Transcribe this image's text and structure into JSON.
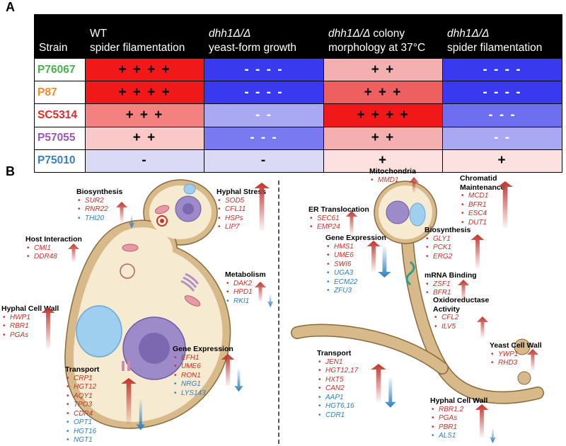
{
  "panel_a": {
    "label": "A",
    "header": {
      "strain": "Strain",
      "col1_l1": "WT",
      "col1_l2": "spider filamentation",
      "col2_l1": "dhh1Δ/Δ",
      "col2_l2": "yeast-form growth",
      "col3_l1": "dhh1Δ/Δ",
      "col3_l1b": "colony",
      "col3_l2": "morphology at 37°C",
      "col4_l1": "dhh1Δ/Δ",
      "col4_l2": "spider filamentation"
    },
    "rows": [
      {
        "strain": "P76067",
        "color": "#4caf50",
        "c1": "+ + + +",
        "c2": "- - - -",
        "c3": "+ +",
        "c4": "- - - -"
      },
      {
        "strain": "P87",
        "color": "#f28c28",
        "c1": "+ + + +",
        "c2": "- - - -",
        "c3": "+ + +",
        "c4": "- - - -"
      },
      {
        "strain": "SC5314",
        "color": "#e02a2a",
        "c1": "+ + +",
        "c2": "- -",
        "c3": "+ + + +",
        "c4": "- - -"
      },
      {
        "strain": "P57055",
        "color": "#9b59b6",
        "c1": "+ +",
        "c2": "- - -",
        "c3": "+ +",
        "c4": "- -"
      },
      {
        "strain": "P75010",
        "color": "#3a7fc1",
        "c1": "-",
        "c2": "-",
        "c3": "+",
        "c4": "+"
      }
    ],
    "cell_colors": [
      [
        "#f01818",
        "#3939f0",
        "#f4b0b0",
        "#3939f0"
      ],
      [
        "#f01818",
        "#3939f0",
        "#ee6060",
        "#3939f0"
      ],
      [
        "#f58080",
        "#a8a8f3",
        "#f01818",
        "#6e6ef0"
      ],
      [
        "#fbc8c8",
        "#7a7af0",
        "#f4b0b0",
        "#a8a8f3"
      ],
      [
        "#dadaf6",
        "#dadaf6",
        "#fde0e0",
        "#fde0e0"
      ]
    ]
  },
  "panel_b": {
    "label": "B",
    "groups": {
      "biosynthesis_l": {
        "title": "Biosynthesis",
        "items": [
          {
            "t": "SUR2",
            "d": "up"
          },
          {
            "t": "RNR22",
            "d": "up"
          },
          {
            "t": "THI20",
            "d": "dn"
          }
        ]
      },
      "hyphal_stress": {
        "title": "Hyphal Stress",
        "items": [
          {
            "t": "SOD5",
            "d": "up"
          },
          {
            "t": "CFL11",
            "d": "up"
          },
          {
            "t": "HSPs",
            "d": "up"
          },
          {
            "t": "LIP7",
            "d": "up"
          }
        ]
      },
      "host_interaction": {
        "title": "Host Interaction",
        "items": [
          {
            "t": "CMI1",
            "d": "up"
          },
          {
            "t": "DDR48",
            "d": "up"
          }
        ]
      },
      "metabolism": {
        "title": "Metabolism",
        "items": [
          {
            "t": "DAK2",
            "d": "up"
          },
          {
            "t": "HPD1",
            "d": "up"
          },
          {
            "t": "RKI1",
            "d": "dn"
          }
        ]
      },
      "hyphal_cell_wall_l": {
        "title": "Hyphal Cell Wall",
        "items": [
          {
            "t": "HWP1",
            "d": "up"
          },
          {
            "t": "RBR1",
            "d": "up"
          },
          {
            "t": "PGAs",
            "d": "up"
          }
        ]
      },
      "gene_expression_l": {
        "title": "Gene Expression",
        "items": [
          {
            "t": "EFH1",
            "d": "up"
          },
          {
            "t": "UME6",
            "d": "up"
          },
          {
            "t": "RON1",
            "d": "up"
          },
          {
            "t": "NRG1",
            "d": "dn"
          },
          {
            "t": "LYS143",
            "d": "dn"
          }
        ]
      },
      "transport_l": {
        "title": "Transport",
        "items": [
          {
            "t": "CRP1",
            "d": "up"
          },
          {
            "t": "HGT12",
            "d": "up"
          },
          {
            "t": "AQY1",
            "d": "up"
          },
          {
            "t": "TPO3",
            "d": "up"
          },
          {
            "t": "CDR4",
            "d": "up"
          },
          {
            "t": "OPT1",
            "d": "dn"
          },
          {
            "t": "HGT16",
            "d": "dn"
          },
          {
            "t": "NGT1",
            "d": "dn"
          }
        ]
      },
      "mitochondria": {
        "title": "Mitochondria",
        "items": [
          {
            "t": "MMD1",
            "d": "up"
          }
        ]
      },
      "chromatid": {
        "title": "Chromatid",
        "title2": "Maintenance",
        "items": [
          {
            "t": "MCD1",
            "d": "up"
          },
          {
            "t": "BFR1",
            "d": "up"
          },
          {
            "t": "ESC4",
            "d": "up"
          },
          {
            "t": "DUT1",
            "d": "up"
          }
        ]
      },
      "er_translocation": {
        "title": "ER Translocation",
        "items": [
          {
            "t": "SEC61",
            "d": "up"
          },
          {
            "t": "EMP24",
            "d": "up"
          }
        ]
      },
      "gene_expression_r": {
        "title": "Gene Expression",
        "items": [
          {
            "t": "HMS1",
            "d": "up"
          },
          {
            "t": "UME6",
            "d": "up"
          },
          {
            "t": "SWI6",
            "d": "up"
          },
          {
            "t": "UGA3",
            "d": "dn"
          },
          {
            "t": "ECM22",
            "d": "dn"
          },
          {
            "t": "ZFU3",
            "d": "dn"
          }
        ]
      },
      "biosynthesis_r": {
        "title": "Biosynthesis",
        "items": [
          {
            "t": "GLY1",
            "d": "up"
          },
          {
            "t": "PCK1",
            "d": "up"
          },
          {
            "t": "ERG2",
            "d": "up"
          }
        ]
      },
      "mrna_binding": {
        "title": "mRNA Binding",
        "items": [
          {
            "t": "ZSF1",
            "d": "up"
          },
          {
            "t": "BFR1",
            "d": "up"
          }
        ]
      },
      "oxidoreductase": {
        "title": "Oxidoreductase",
        "title2": "Activity",
        "items": [
          {
            "t": "CFL2",
            "d": "up"
          },
          {
            "t": "ILV5",
            "d": "up"
          }
        ]
      },
      "yeast_cell_wall": {
        "title": "Yeast Cell Wall",
        "items": [
          {
            "t": "YWP1",
            "d": "up"
          },
          {
            "t": "RHD3",
            "d": "up"
          }
        ]
      },
      "transport_r": {
        "title": "Transport",
        "items": [
          {
            "t": "JEN1",
            "d": "up"
          },
          {
            "t": "HGT12,17",
            "d": "up"
          },
          {
            "t": "HXT5",
            "d": "up"
          },
          {
            "t": "CAN2",
            "d": "up"
          },
          {
            "t": "AAP1",
            "d": "dn"
          },
          {
            "t": "HGT6,16",
            "d": "dn"
          },
          {
            "t": "CDR1",
            "d": "dn"
          }
        ]
      },
      "hyphal_cell_wall_r": {
        "title": "Hyphal Cell Wall",
        "items": [
          {
            "t": "RBR1,2",
            "d": "up"
          },
          {
            "t": "PGAs",
            "d": "up"
          },
          {
            "t": "PBR1",
            "d": "up"
          },
          {
            "t": "ALS1",
            "d": "dn"
          }
        ]
      }
    },
    "colors": {
      "up": "#c0352b",
      "down": "#2f7fc1",
      "cell_wall": "#d8b98a",
      "cytoplasm": "#f6ead0",
      "nucleus": "#9c8ac9",
      "vacuole": "#9fcfee"
    }
  }
}
